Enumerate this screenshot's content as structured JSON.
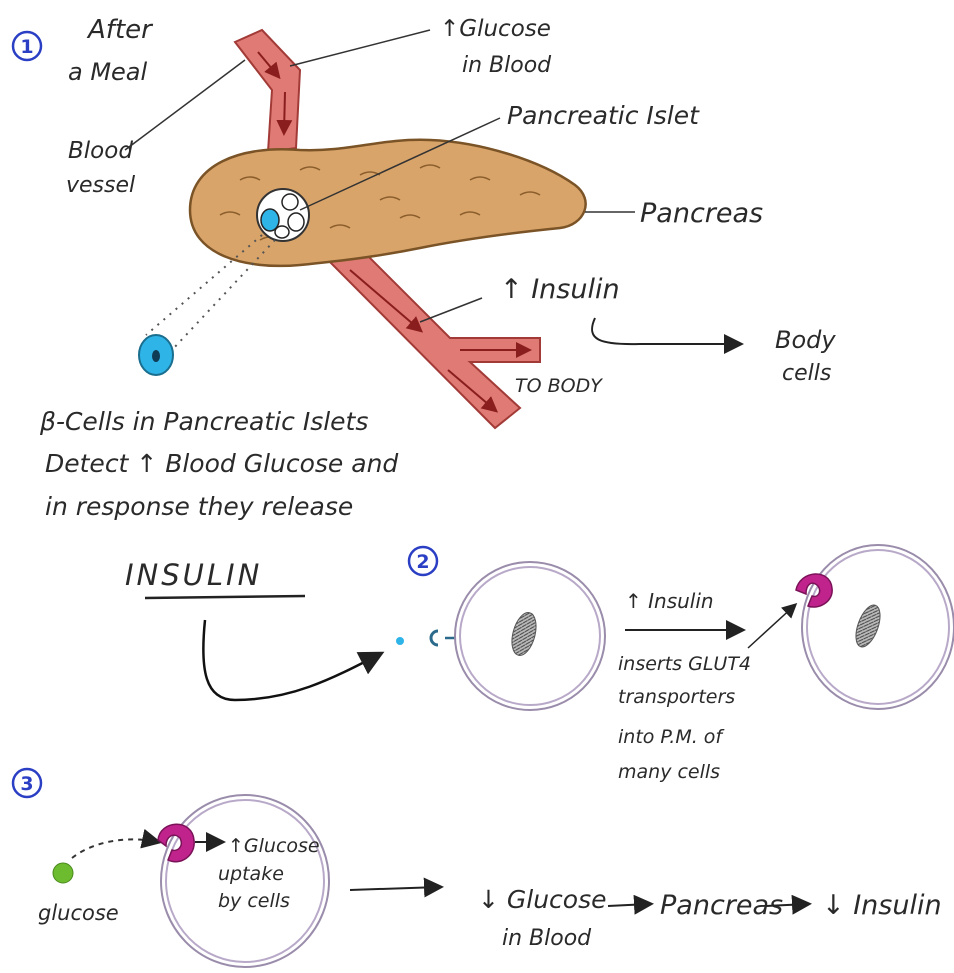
{
  "steps": {
    "one": "1",
    "two": "2",
    "three": "3"
  },
  "panel1": {
    "after_meal_line1": "After",
    "after_meal_line2": "a Meal",
    "glucose_line1": "↑Glucose",
    "glucose_line2": "in Blood",
    "blood_vessel_line1": "Blood",
    "blood_vessel_line2": "vessel",
    "islet": "Pancreatic Islet",
    "pancreas": "Pancreas",
    "insulin_up": "↑ Insulin",
    "to_body": "TO BODY",
    "body_cells_line1": "Body",
    "body_cells_line2": "cells",
    "beta_line1": "β-Cells in Pancreatic Islets",
    "beta_line2": "Detect ↑ Blood Glucose and",
    "beta_line3": "in response they release",
    "insulin_big": "INSULIN"
  },
  "panel2": {
    "insulin_up": "↑ Insulin",
    "note_line1": "inserts GLUT4",
    "note_line2": "transporters",
    "note_line3": "into P.M. of",
    "note_line4": "many cells"
  },
  "panel3": {
    "glucose_label": "glucose",
    "uptake_line1": "↑Glucose",
    "uptake_line2": "uptake",
    "uptake_line3": "by cells",
    "down_glucose_line1": "↓ Glucose",
    "down_glucose_line2": "in Blood",
    "pancreas": "Pancreas",
    "down_insulin": "↓ Insulin"
  },
  "colors": {
    "vessel": "#e07a74",
    "pancreas": "#d9a46a",
    "beta_cell": "#2fb4e8",
    "glut4": "#c0248c",
    "glucose": "#6dbb2f",
    "membrane": "#b8a9c9"
  }
}
